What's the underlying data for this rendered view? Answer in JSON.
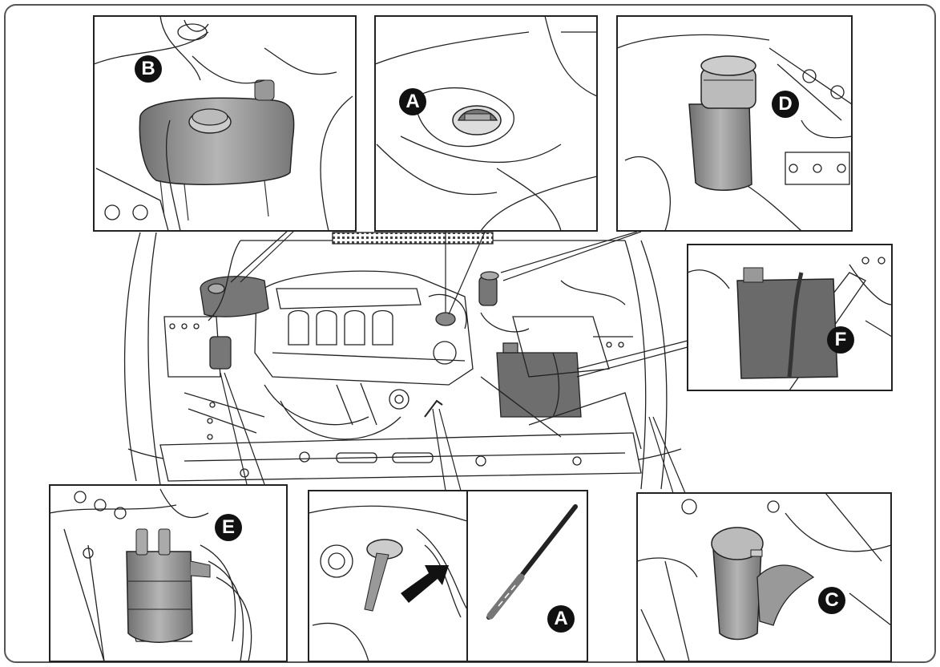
{
  "callouts": {
    "brake_fluid": "B",
    "oil_filler": "A",
    "power_steering": "D",
    "battery": "F",
    "fuel_filter": "E",
    "dipstick": "A",
    "washer": "C"
  },
  "colors": {
    "line": "#222222",
    "shade": "#8a8a8a",
    "frame": "#555555",
    "badge": "#111111"
  }
}
